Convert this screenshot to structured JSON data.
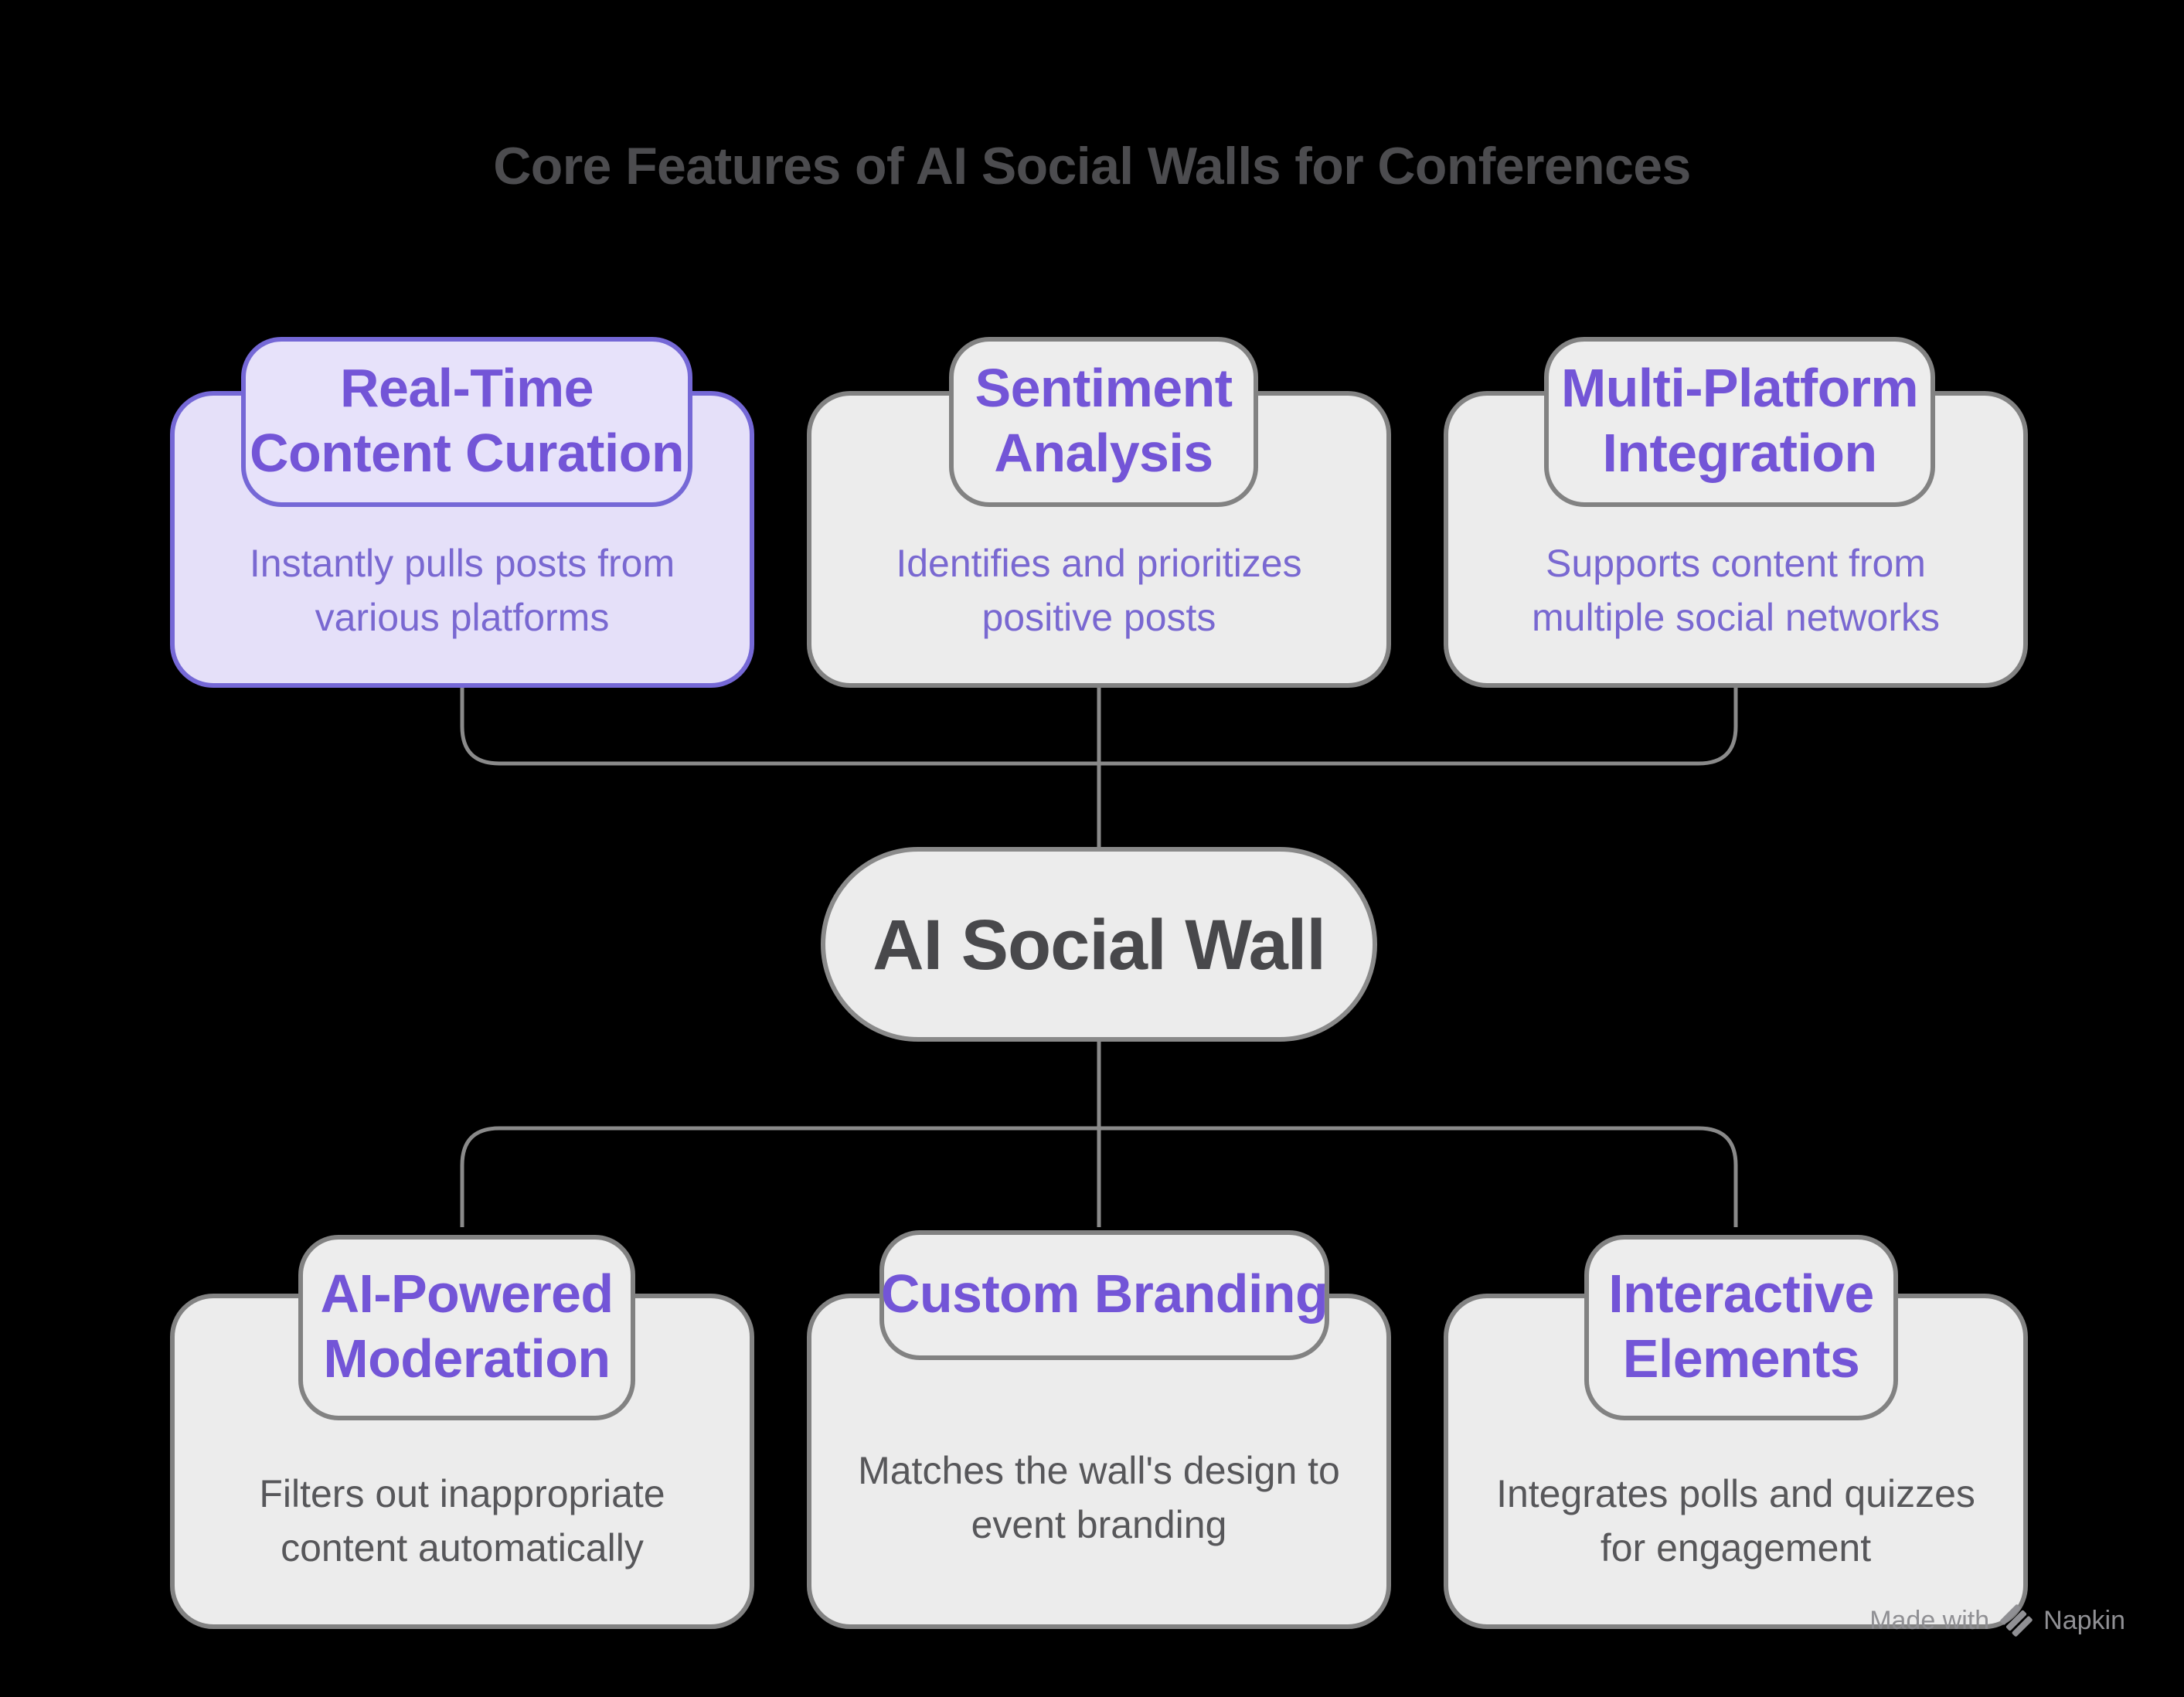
{
  "title": "Core Features of AI Social Walls for Conferences",
  "center_node": {
    "label": "AI Social Wall"
  },
  "features": [
    {
      "id": "real-time-content-curation",
      "title": "Real-Time\nContent Curation",
      "description": "Instantly pulls posts from\nvarious platforms",
      "variant": "purple",
      "row": "top"
    },
    {
      "id": "sentiment-analysis",
      "title": "Sentiment\nAnalysis",
      "description": "Identifies and prioritizes\npositive posts",
      "variant": "gray",
      "row": "top"
    },
    {
      "id": "multi-platform-integration",
      "title": "Multi-Platform\nIntegration",
      "description": "Supports content from\nmultiple social networks",
      "variant": "gray",
      "row": "top"
    },
    {
      "id": "ai-powered-moderation",
      "title": "AI-Powered\nModeration",
      "description": "Filters out inappropriate\ncontent automatically",
      "variant": "gray",
      "row": "bottom"
    },
    {
      "id": "custom-branding",
      "title": "Custom Branding",
      "description": "Matches the wall's design to\nevent branding",
      "variant": "gray",
      "row": "bottom"
    },
    {
      "id": "interactive-elements",
      "title": "Interactive\nElements",
      "description": "Integrates polls and quizzes\nfor engagement",
      "variant": "gray",
      "row": "bottom"
    }
  ],
  "watermark": {
    "made_with": "Made with",
    "brand": "Napkin",
    "icon": "napkin-logo-icon"
  },
  "colors": {
    "background": "#000000",
    "accent_purple_border": "#7568D6",
    "accent_purple_fill": "#E5E0F9",
    "pill_title_text": "#7355D7",
    "purple_body_text": "#7968D1",
    "gray_fill": "#ECECEC",
    "gray_border": "#828282",
    "node_border": "#8A8A8A",
    "dark_text": "#48484B",
    "title_text": "#4C4C4F",
    "gray_body_text": "#57575A",
    "connector": "#8A8A8A",
    "watermark_text": "#909094"
  }
}
